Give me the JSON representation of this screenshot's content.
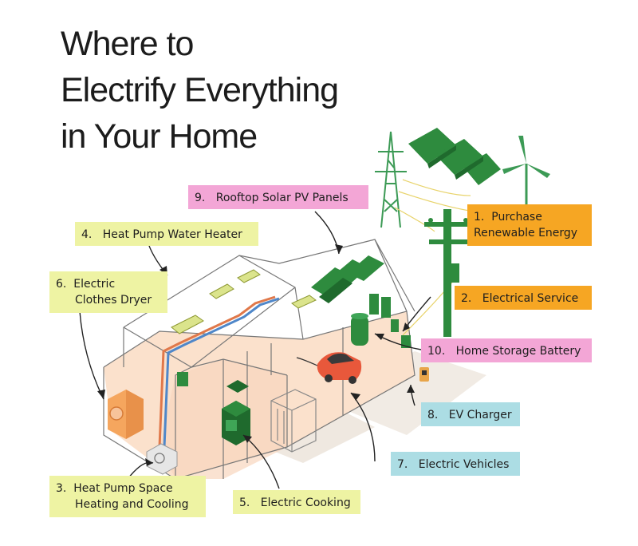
{
  "title": {
    "line1": "Where to",
    "line2": "Electrify Everything",
    "line3": "in Your Home"
  },
  "colors": {
    "yellow_label": "#eef3a3",
    "orange_label": "#f6a623",
    "pink_label": "#f3a6d6",
    "blue_label": "#acdde4",
    "green_equipment": "#2f8f43",
    "interior": "#fbe1cc"
  },
  "labels": {
    "l1": {
      "num": "1.",
      "line1": "Purchase",
      "line2": "Renewable Energy"
    },
    "l2": {
      "num": "2.",
      "text": "Electrical Service"
    },
    "l3": {
      "num": "3.",
      "line1": "Heat Pump Space",
      "line2": "Heating and Cooling"
    },
    "l4": {
      "num": "4.",
      "text": "Heat Pump Water Heater"
    },
    "l5": {
      "num": "5.",
      "text": "Electric Cooking"
    },
    "l6": {
      "num": "6.",
      "line1": "Electric",
      "line2": "Clothes Dryer"
    },
    "l7": {
      "num": "7.",
      "text": "Electric Vehicles"
    },
    "l8": {
      "num": "8.",
      "text": "EV Charger"
    },
    "l9": {
      "num": "9.",
      "text": "Rooftop Solar PV Panels"
    },
    "l10": {
      "num": "10.",
      "text": "Home Storage Battery"
    }
  },
  "icons": [
    "transmission-tower-icon",
    "solar-farm-icon",
    "wind-turbine-icon",
    "utility-pole-icon",
    "solar-panel-icon",
    "water-heater-icon",
    "dryer-icon",
    "heat-pump-unit-icon",
    "stove-icon",
    "electric-car-icon",
    "ev-charger-icon",
    "battery-icon",
    "refrigerator-icon"
  ]
}
